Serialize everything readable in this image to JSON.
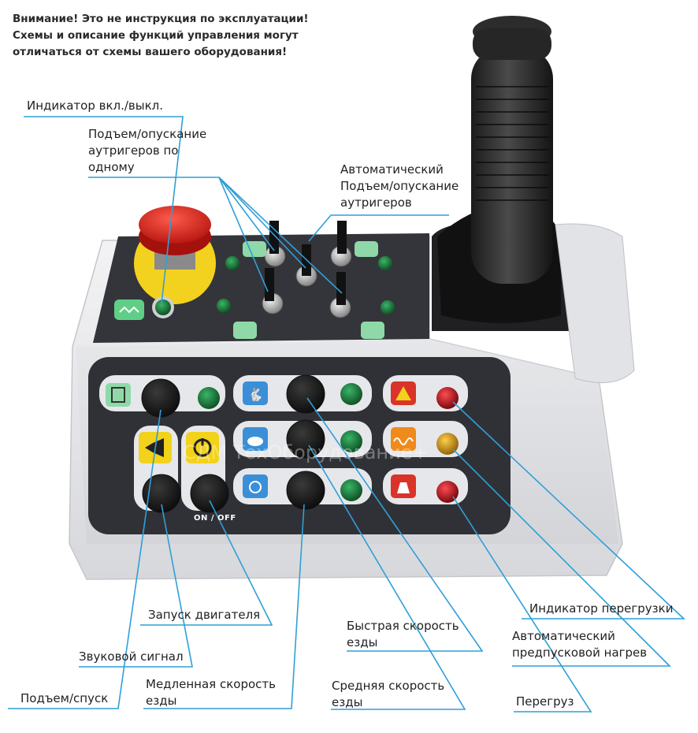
{
  "warning": "Внимание! Это не инструкция по эксплуатации!\nСхемы и описание функций управления могут\nотличаться от схемы вашего оборудования!",
  "labels": {
    "power_indicator": "Индикатор вкл./выкл.",
    "outriggers_single": "Подъем/опускание\nаутригеров по\nодному",
    "outriggers_auto": "Автоматический\nПодъем/опускание\nаутригеров",
    "engine_start": "Запуск двигателя",
    "horn": "Звуковой сигнал",
    "lift_lower": "Подъем/спуск",
    "slow_speed": "Медленная скорость\nезды",
    "fast_speed": "Быстрая скорость\nезды",
    "medium_speed": "Средняя скорость\nезды",
    "overload_indicator": "Индикатор перегрузки",
    "auto_preheat": "Автоматический\nпредпусковой нагрев",
    "overload": "Перегруз"
  },
  "panel": {
    "onoff": "ON / OFF",
    "watermark": "СДМ ТехОборудование+"
  },
  "colors": {
    "leader_line": "#2f9fd8",
    "housing": "#e9e9ec",
    "panel_dark": "#2e2e33",
    "green_light": "#1f7a3a",
    "red_light": "#b0121b",
    "yellow_light": "#d9a21a",
    "blue_sticker": "#3b8fd6",
    "yellow_sticker": "#f2d21a",
    "red_sticker": "#d9332a",
    "orange_sticker": "#ef8a1c",
    "green_sticker": "#8fd9a8"
  },
  "icons": [
    "emergency-stop-icon",
    "joystick-icon",
    "horn-icon",
    "power-icon",
    "turtle-icon",
    "rabbit-icon",
    "snail-icon",
    "preheat-icon",
    "overload-weight-icon",
    "warning-icon"
  ]
}
